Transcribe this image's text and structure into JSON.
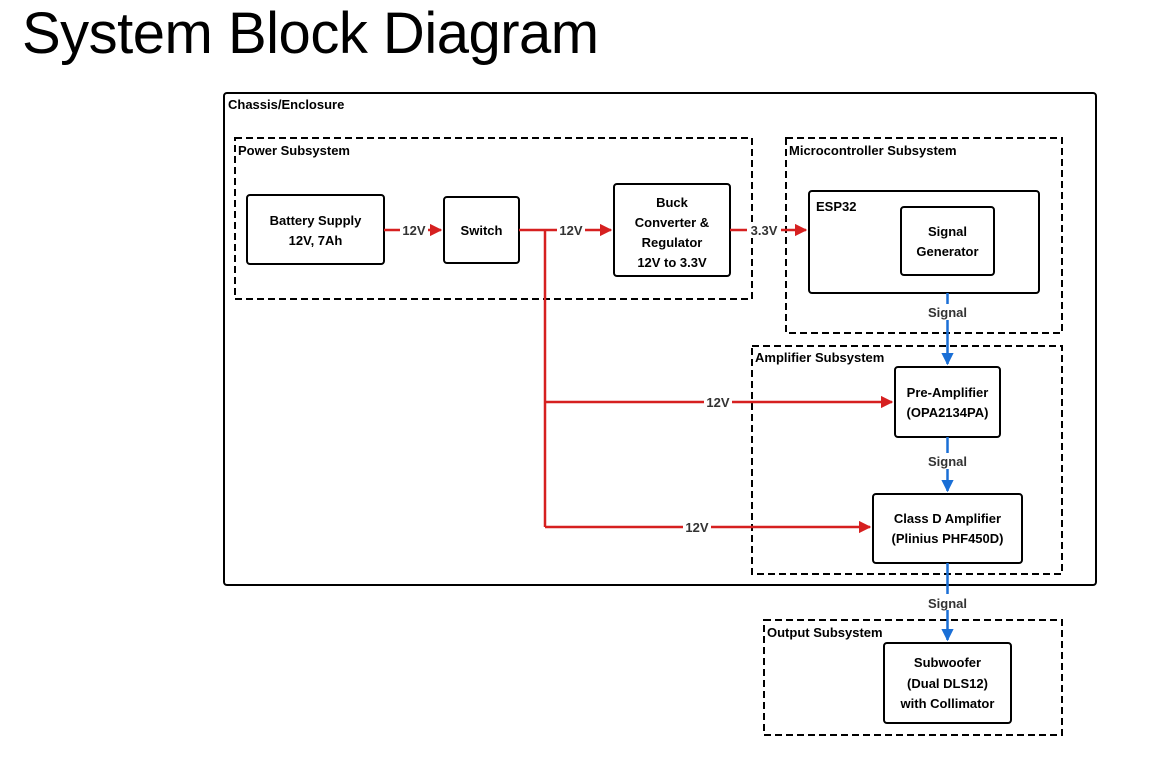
{
  "title": "System Block Diagram",
  "colors": {
    "power_wire": "#d62020",
    "signal_wire": "#1a6fd6"
  },
  "containers": {
    "chassis": "Chassis/Enclosure",
    "power": "Power Subsystem",
    "micro": "Microcontroller Subsystem",
    "amplifier": "Amplifier Subsystem",
    "output": "Output Subsystem"
  },
  "blocks": {
    "battery": [
      "Battery Supply",
      "12V, 7Ah"
    ],
    "switch": [
      "Switch"
    ],
    "buck": [
      "Buck",
      "Converter &",
      "Regulator",
      "12V to 3.3V"
    ],
    "esp32": "ESP32",
    "siggen": [
      "Signal",
      "Generator"
    ],
    "preamp": [
      "Pre-Amplifier",
      "(OPA2134PA)"
    ],
    "classd": [
      "Class D Amplifier",
      "(Plinius PHF450D)"
    ],
    "sub": [
      "Subwoofer",
      "(Dual DLS12)",
      "with Collimator"
    ]
  },
  "wires": {
    "battery_switch": "12V",
    "switch_buck": "12V",
    "buck_esp": "3.3V",
    "to_preamp": "12V",
    "to_classd": "12V",
    "sig_esp_preamp": "Signal",
    "sig_preamp_classd": "Signal",
    "sig_classd_sub": "Signal"
  }
}
